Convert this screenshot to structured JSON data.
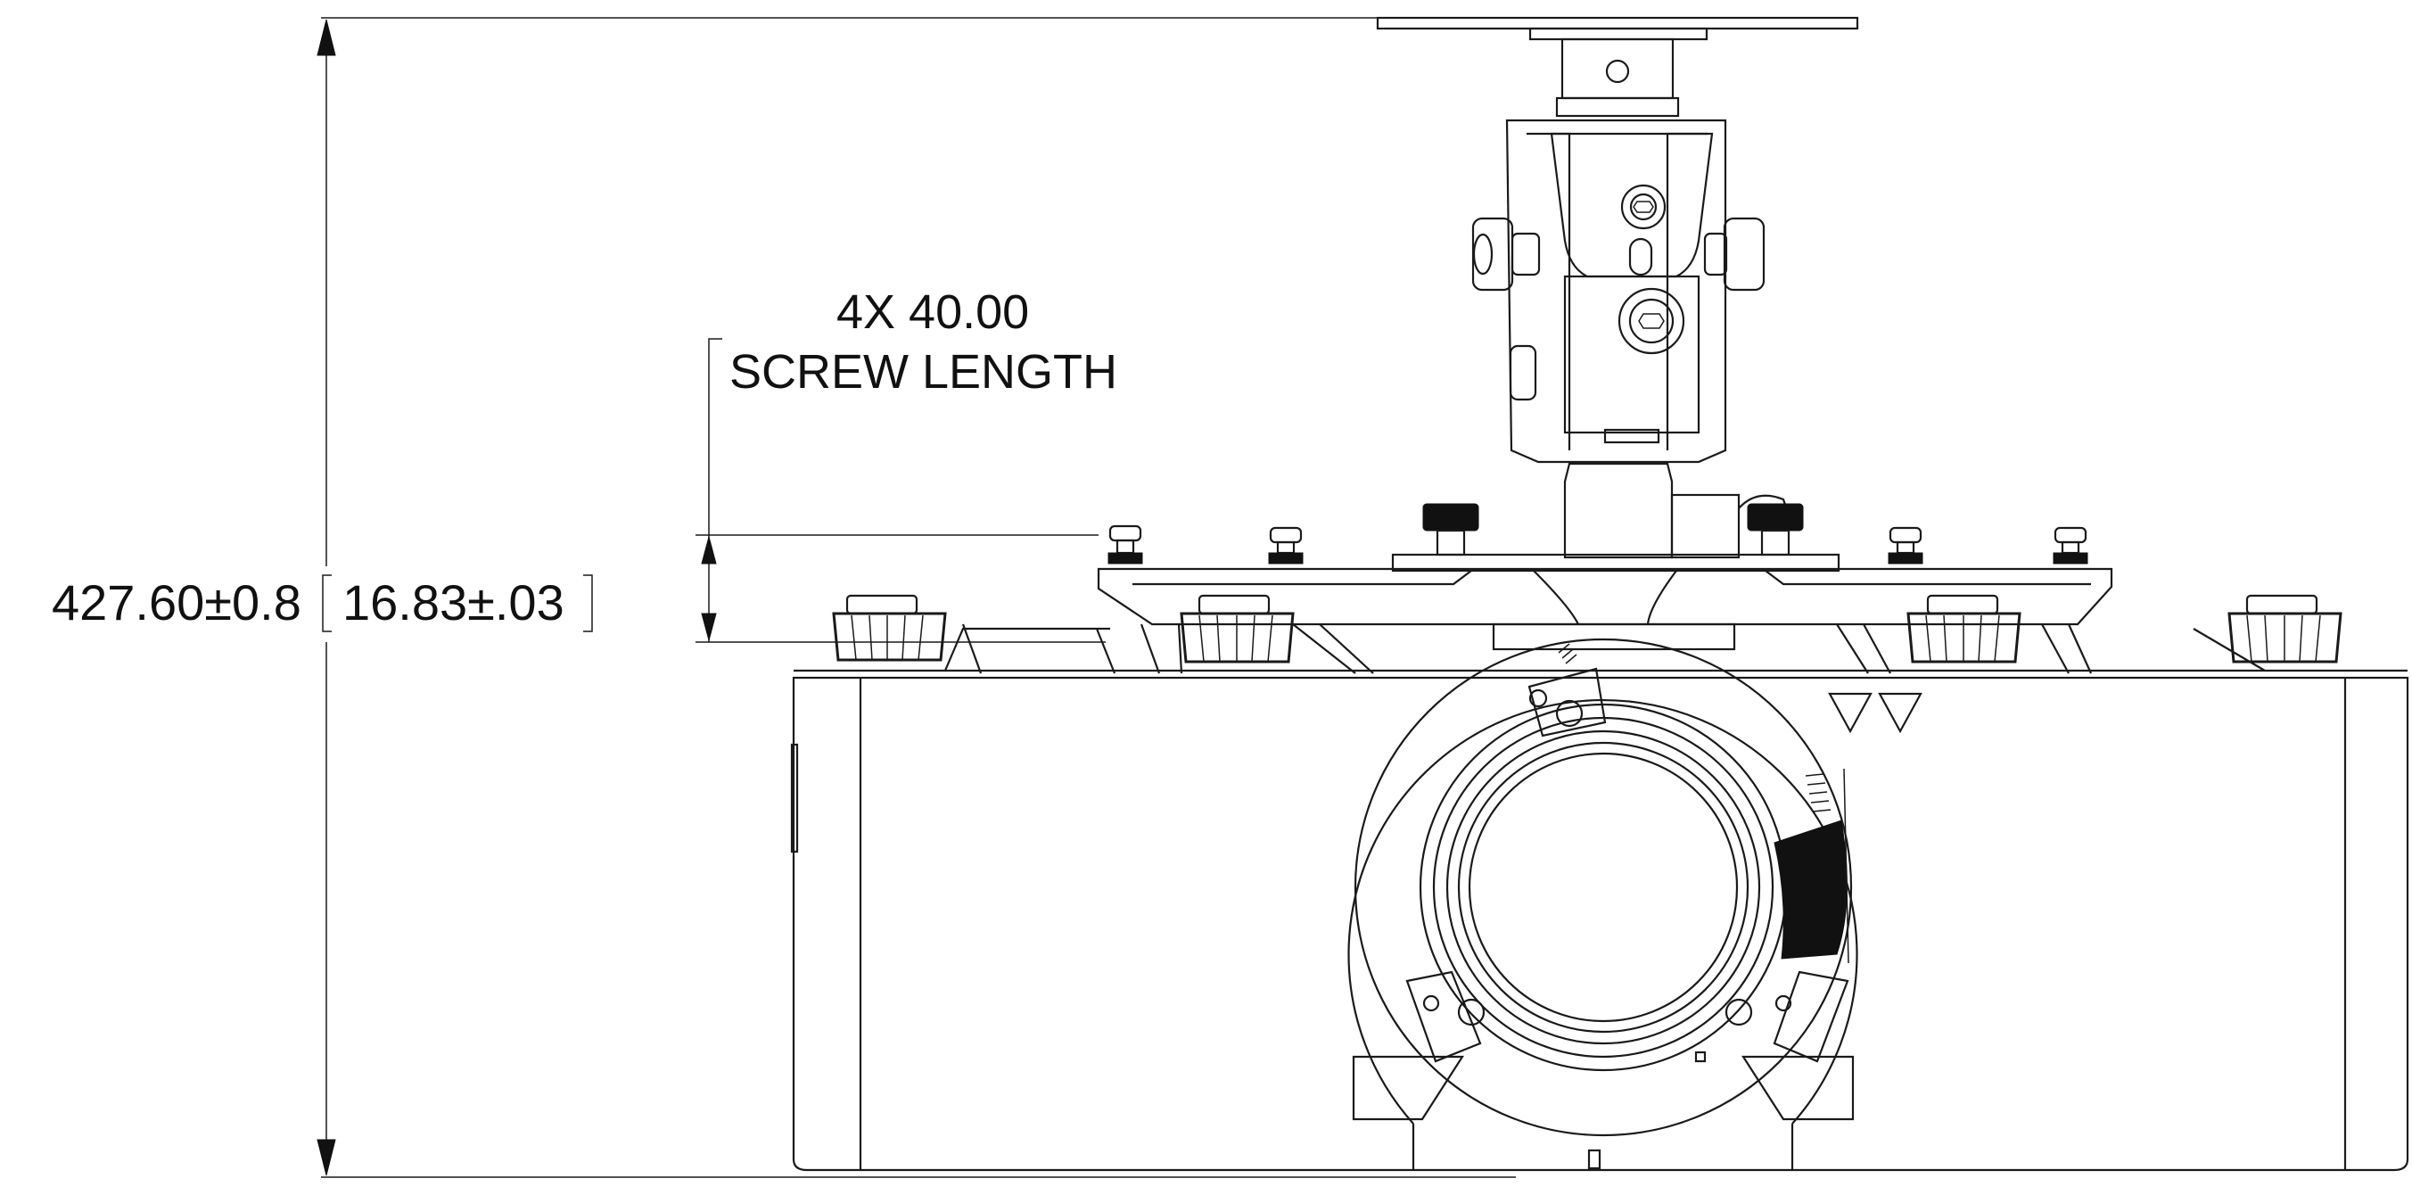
{
  "dimensions": {
    "overall_height_metric": "427.60±0.8",
    "overall_height_imperial": "16.83±.03",
    "screw_callout_line1": "4X 40.00",
    "screw_callout_line2": "SCREW LENGTH"
  }
}
